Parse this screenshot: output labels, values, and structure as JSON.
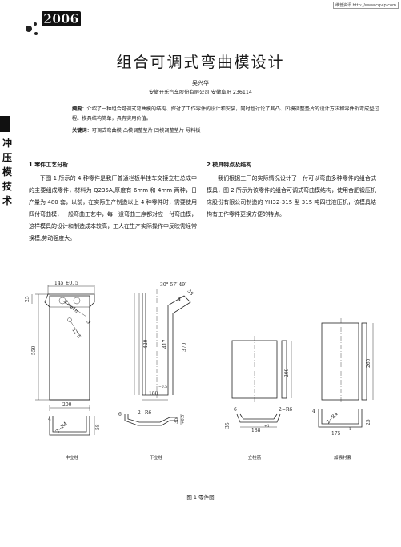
{
  "header": {
    "year": "2006",
    "watermark": "维普资讯 http://www.cqvip.com"
  },
  "title": "组合可调式弯曲模设计",
  "author": "吴兴华",
  "affiliation": "安徽开乐汽车股份有限公司   安徽阜阳   236114",
  "abstract": {
    "label": "摘要",
    "text": "：介绍了一种组合可调式弯曲模的结构、探讨了工作零件的设计和安装，同时也讨论了其凸、凹模调整垫片的设计方法和零件折弯成型过程。模具结构简单，具有实用价值。"
  },
  "keywords": {
    "label": "关键词",
    "text": "：可调式弯曲模   凸模调整垫片   凹模调整垫片   导料板"
  },
  "side_label": [
    "冲",
    "压",
    "模",
    "技",
    "术"
  ],
  "sections": [
    {
      "heading": "1 零件工艺分析",
      "body": "下图 1 所示的 4 种零件是我厂普通栏板半挂车交接立柱总成中的主要组成零件，材料为 Q235A,厚度有 6mm 和 4mm 两种，日产量为 480 套，以前，在实际生产制造以上 4 种零件时，需要使用四付弯曲模，一般弯曲工艺中，每一道弯曲工序都对应一付弯曲模，这样模具的设计和制造成本较高，工人在生产实际操作中反映需经常换模,劳动强度大。"
    },
    {
      "heading": "2 模具特点及结构",
      "body": "我们根据工厂的实际情况设计了一付可以弯曲多种零件的组合式模具，图 2 所示为该零件的组合可调式弯曲模结构，使用合肥锻压机床股份有限公司制造的 YH32-315 型 315 吨四柱液压机，该模具结构有工作零件更换方便的特点。"
    }
  ],
  "figure": {
    "dims": {
      "d145": "145 ±0. 5",
      "d25a": "25",
      "d550": "550",
      "phi": "2×φ18",
      "hole": "5",
      "d12": "12",
      "d5": "5",
      "d200a": "200",
      "d4a": "4",
      "r4": "2−R4",
      "d58": "58",
      "angle": "30° 57′ 49″",
      "d4b": "4",
      "d38": "38",
      "d420": "420",
      "d417": "417",
      "d370": "370",
      "d188a": "188",
      "tol1": "−0.5",
      "d6a": "6",
      "r6a": "2−R6",
      "d35a": "35",
      "tol2": "+0.5",
      "d200b": "200",
      "r6b": "2−R6",
      "d6b": "6",
      "d35b": "35",
      "d188b": "188",
      "tol3": "+1",
      "d260": "260",
      "d4c": "4",
      "r4b": "2−R4",
      "d25b": "25",
      "d175": "175",
      "tol4": "−1"
    },
    "parts": [
      "中立柱",
      "下立柱",
      "立柱筋",
      "加强衬套"
    ],
    "caption": "图 1 零件图"
  }
}
